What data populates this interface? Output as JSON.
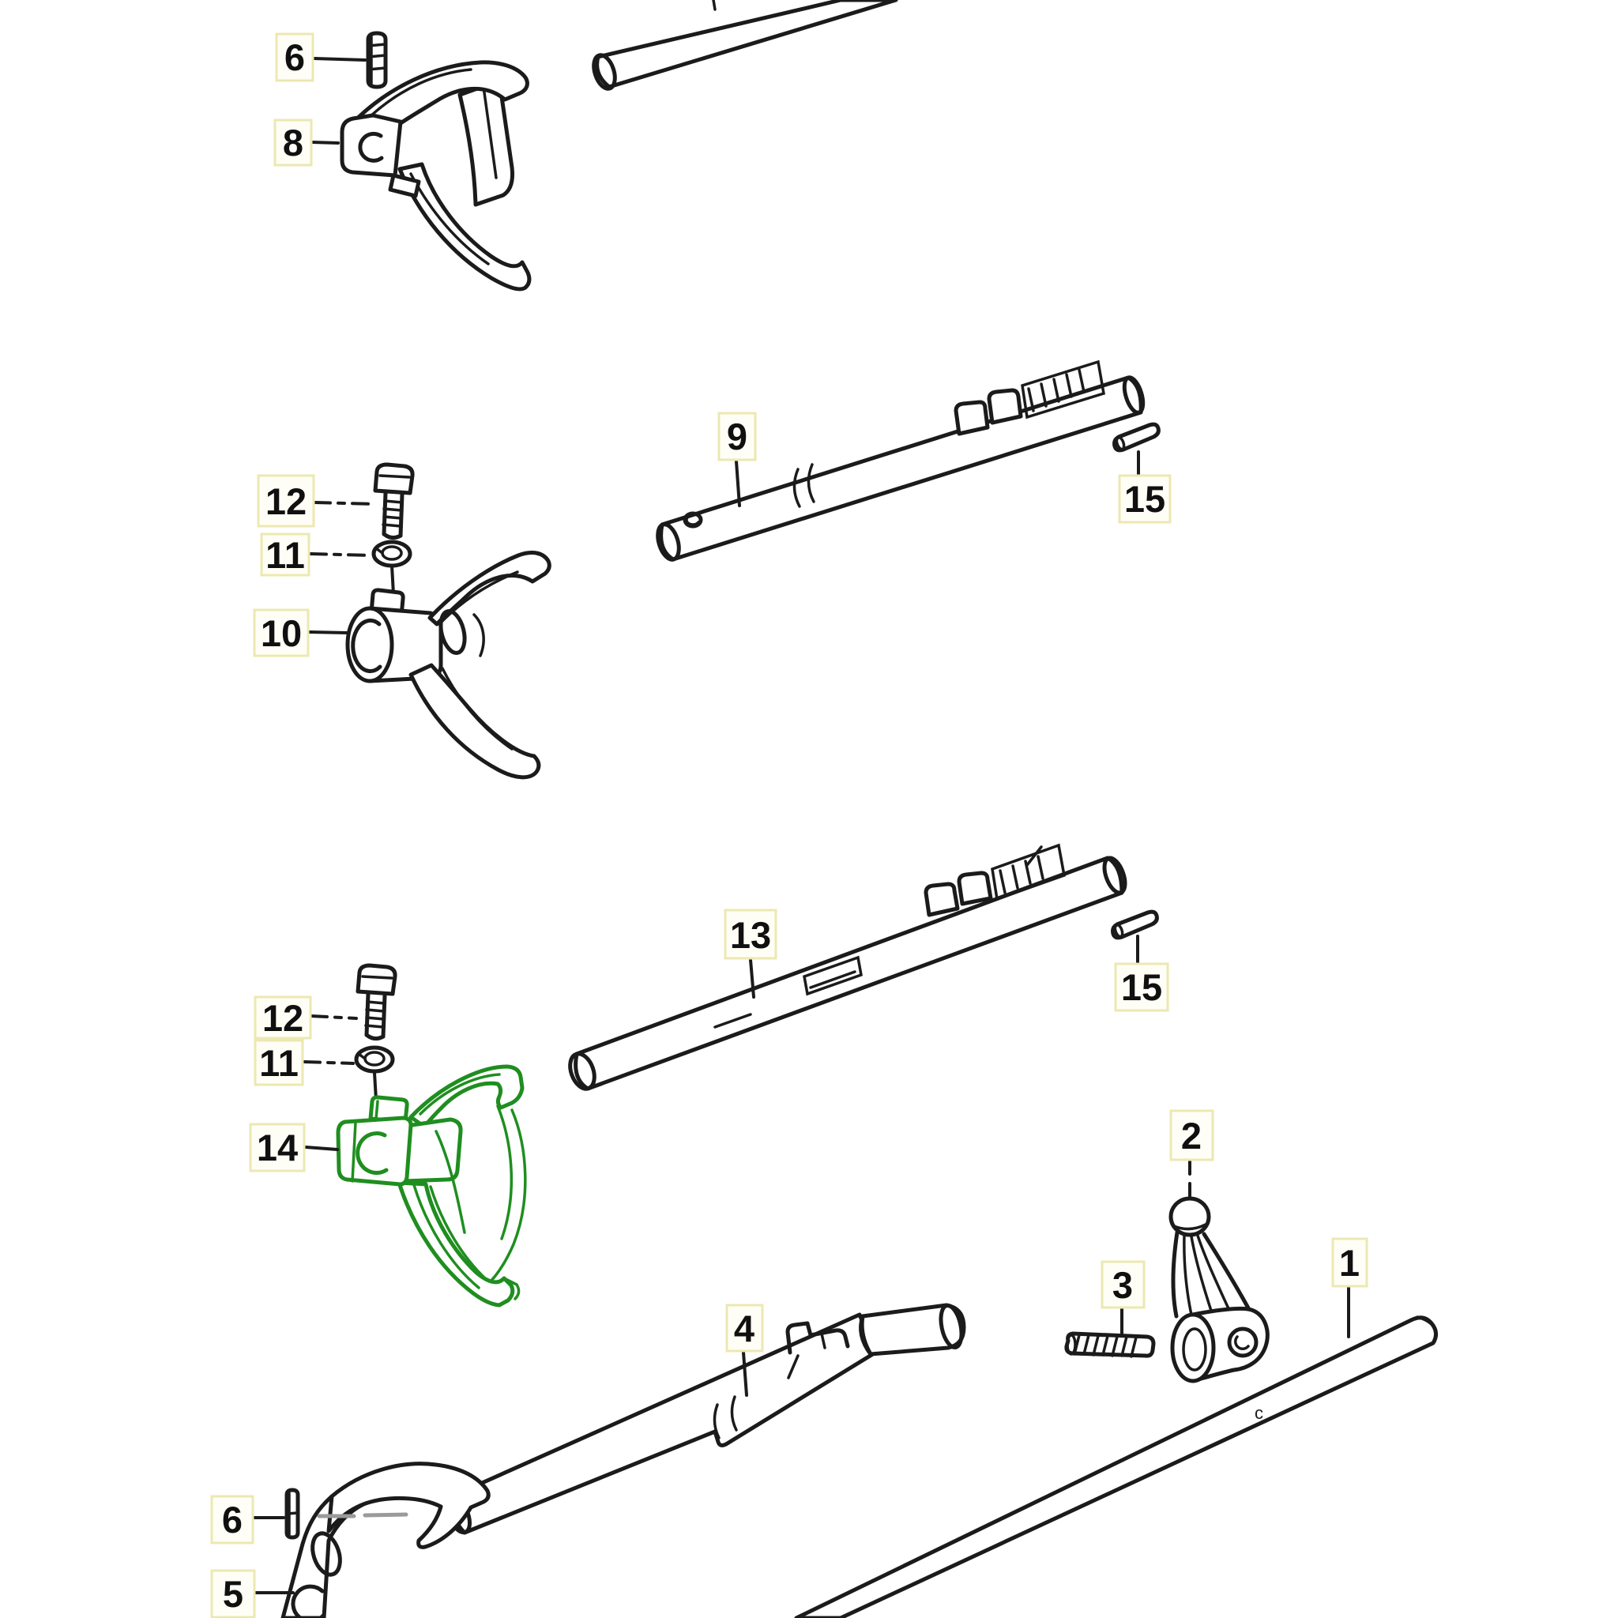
{
  "diagram": {
    "kind": "exploded-parts-diagram",
    "subject": "transmission shift forks and shift rods",
    "colors": {
      "highlight": "#1f8e1f",
      "label_border": "#ece8b2",
      "line": "#1b1b1b",
      "leader_gray": "#9a9a9a",
      "background": "#ffffff"
    },
    "highlighted_part_label": "14",
    "labels": [
      {
        "n": "6"
      },
      {
        "n": "8"
      },
      {
        "n": "9"
      },
      {
        "n": "15"
      },
      {
        "n": "12"
      },
      {
        "n": "11"
      },
      {
        "n": "10"
      },
      {
        "n": "13"
      },
      {
        "n": "15"
      },
      {
        "n": "12"
      },
      {
        "n": "11"
      },
      {
        "n": "14"
      },
      {
        "n": "2"
      },
      {
        "n": "3"
      },
      {
        "n": "1"
      },
      {
        "n": "4"
      },
      {
        "n": "6"
      },
      {
        "n": "5"
      }
    ],
    "annotations": {
      "rod_mark": "c"
    }
  }
}
